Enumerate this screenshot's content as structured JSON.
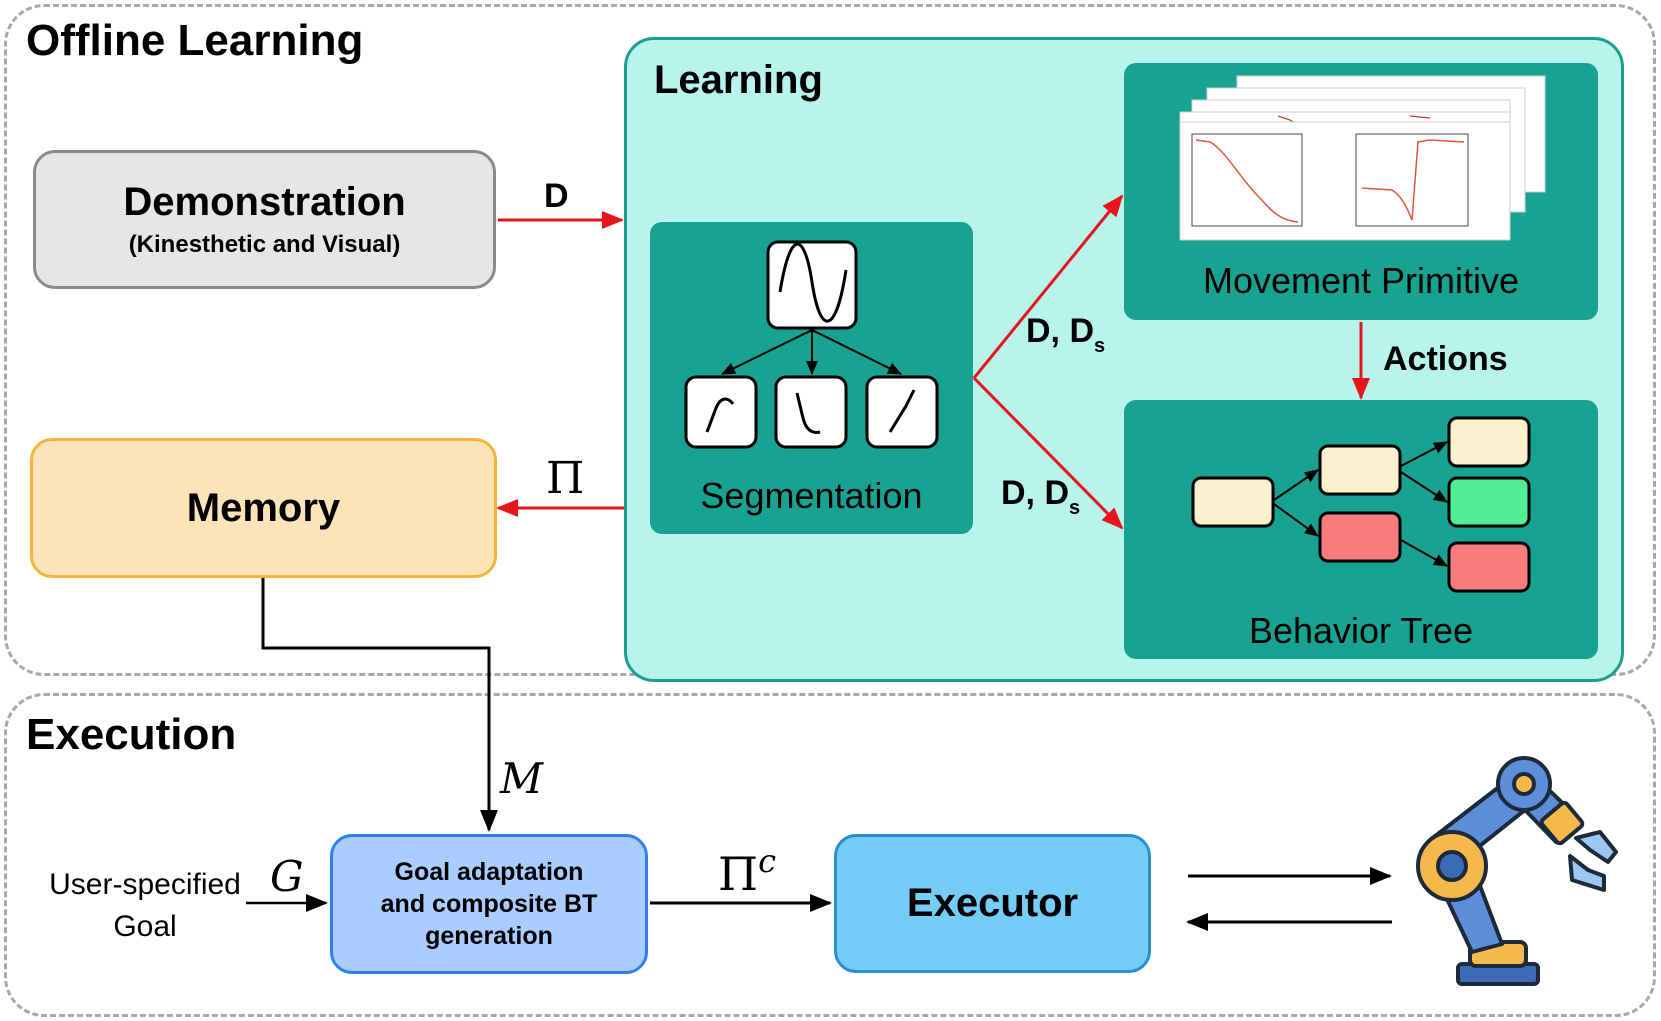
{
  "sections": {
    "offline_title": "Offline Learning",
    "execution_title": "Execution"
  },
  "learning": {
    "title": "Learning",
    "segmentation_label": "Segmentation",
    "movement_primitive_label": "Movement Primitive",
    "behavior_tree_label": "Behavior Tree"
  },
  "boxes": {
    "demonstration_title": "Demonstration",
    "demonstration_subtitle": "(Kinesthetic and Visual)",
    "memory": "Memory",
    "goal_adaptation_line1": "Goal adaptation",
    "goal_adaptation_line2": "and composite BT",
    "goal_adaptation_line3": "generation",
    "executor": "Executor",
    "user_goal_line1": "User-specified",
    "user_goal_line2": "Goal"
  },
  "edges": {
    "d": "D",
    "d_ds_prefix": "D, D",
    "d_ds_sub": "s",
    "actions": "Actions",
    "pi": "Π",
    "pi_c": "Π",
    "pi_c_sup": "c",
    "m": "M",
    "g": "G"
  },
  "colors": {
    "arrow_red": "#e8141b",
    "learning_bg": "#b8f3ec",
    "learning_border": "#1a9e8f",
    "teal_panel": "#18a292",
    "memory_bg": "#fde3b8",
    "memory_border": "#f4b43a",
    "goal_bg": "#aaccff",
    "goal_border": "#2f7ff0",
    "executor_bg": "#74cdf7",
    "executor_border": "#2a8fd0",
    "bt_cream": "#fdf0cf",
    "bt_green": "#52ee95",
    "bt_red": "#f97c7c"
  }
}
